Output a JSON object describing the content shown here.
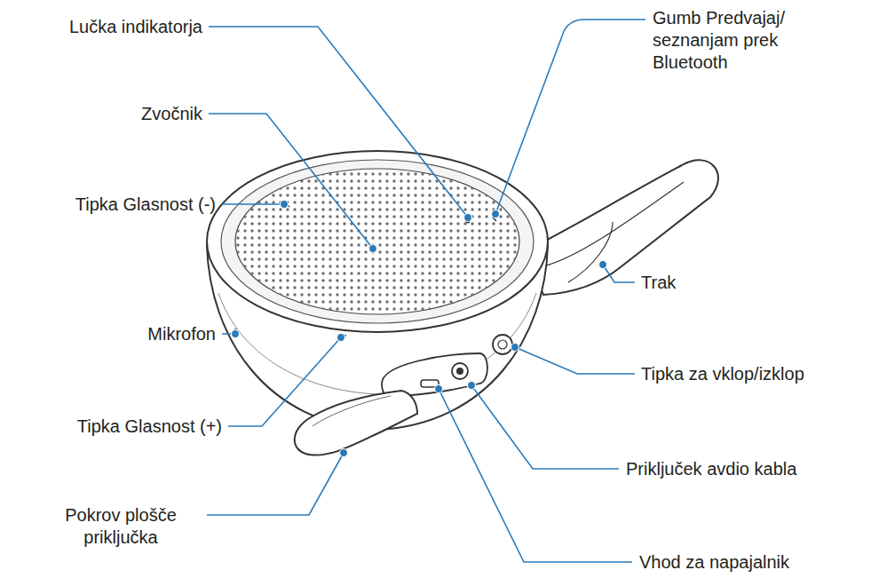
{
  "diagram": {
    "labels": [
      "Lučka indikatorja",
      "Gumb Predvajaj/ seznanjam prek Bluetooth",
      "Zvočnik",
      "Tipka Glasnost (-)",
      "Trak",
      "Mikrofon",
      "Tipka za vklop/izklop",
      "Tipka Glasnost (+)",
      "Priključek avdio kabla",
      "Pokrov plošče priključka",
      "Vhod za napajalnik"
    ]
  }
}
